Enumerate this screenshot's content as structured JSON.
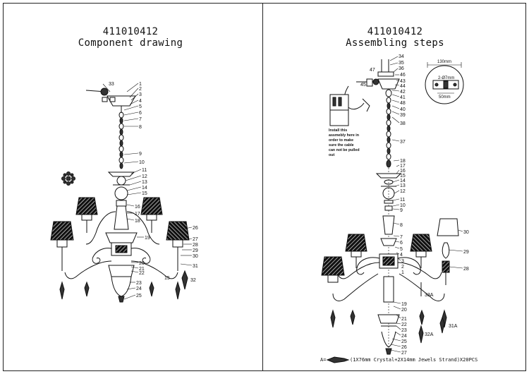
{
  "left_panel": {
    "model": "411010412",
    "subtitle": "Component drawing",
    "callouts": [
      "33",
      "1",
      "2",
      "3",
      "4",
      "5",
      "6",
      "7",
      "8",
      "9",
      "10",
      "11",
      "12",
      "13",
      "14",
      "15",
      "16",
      "17",
      "18",
      "19",
      "20",
      "21",
      "22",
      "23",
      "24",
      "25",
      "26",
      "27",
      "28",
      "29",
      "30",
      "31",
      "32",
      "15"
    ]
  },
  "right_panel": {
    "model": "411010412",
    "subtitle": "Assembling steps",
    "callouts_top": [
      "34",
      "35",
      "36",
      "47",
      "46",
      "45",
      "43",
      "44",
      "42",
      "41",
      "48",
      "40",
      "39",
      "38",
      "37"
    ],
    "callouts_mid": [
      "18",
      "17",
      "16",
      "15",
      "14",
      "13",
      "12",
      "11",
      "10",
      "9",
      "8",
      "7",
      "6",
      "5",
      "4",
      "3",
      "2",
      "1"
    ],
    "callouts_low": [
      "30",
      "29",
      "28",
      "33A",
      "19",
      "20",
      "21",
      "22",
      "23",
      "24",
      "25",
      "26",
      "27",
      "32A",
      "31A"
    ],
    "note": [
      "Install this",
      "assmebly here in",
      "order to make",
      "sure the cable",
      "can not be pulled",
      "out"
    ],
    "detail_dims": {
      "outer": "130mm",
      "holes": "2-Ø7mm",
      "inner": "50mm"
    },
    "footer": "A=",
    "footer_text": "(1X76mm Crystal+2X14mm Jewels Strand)X20PCS"
  },
  "colors": {
    "line": "#111111",
    "background": "#ffffff"
  }
}
